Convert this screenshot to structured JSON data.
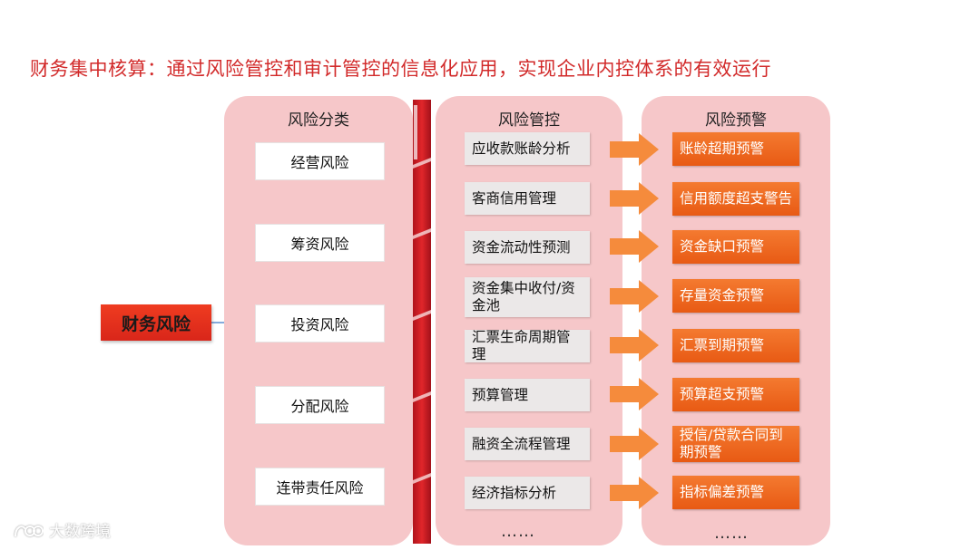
{
  "title": "财务集中核算：通过风险管控和审计管控的信息化应用，实现企业内控体系的有效运行",
  "main_risk": "财务风险",
  "panels": {
    "risk_types": {
      "header": "风险分类",
      "items": [
        "经营风险",
        "筹资风险",
        "投资风险",
        "分配风险",
        "连带责任风险"
      ]
    },
    "controls": {
      "header": "风险管控",
      "items": [
        "应收款账龄分析",
        "客商信用管理",
        "资金流动性预测",
        "资金集中收付/资金池",
        "汇票生命周期管理",
        "预算管理",
        "融资全流程管理",
        "经济指标分析"
      ],
      "more": "……"
    },
    "alerts": {
      "header": "风险预警",
      "items": [
        "账龄超期预警",
        "信用额度超支警告",
        "资金缺口预警",
        "存量资金预警",
        "汇票到期预警",
        "预算超支预警",
        "授信/贷款合同到期预警",
        "指标偏差预警"
      ],
      "more": "……"
    }
  },
  "watermark": "大数跨境",
  "colors": {
    "title": "#d22a2a",
    "panel_bg": "#f6c7c9",
    "alert_fill": "#f06a22",
    "arrow_fill": "#f58b3c",
    "main_risk_fill": "#e3301c",
    "connector": "#5b8fd0"
  }
}
